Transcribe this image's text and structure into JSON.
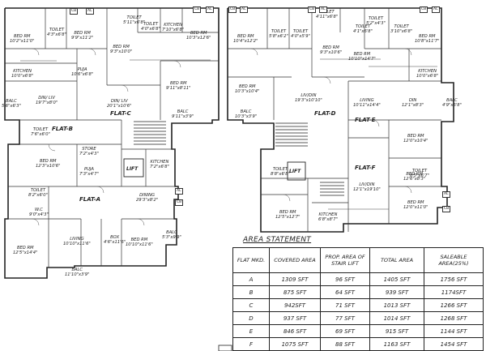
{
  "flats": [
    "FLAT-A",
    "FLAT-B",
    "FLAT-C",
    "FLAT-D",
    "FLAT-E",
    "FLAT-F"
  ],
  "tags": [
    "CB",
    "AL",
    "CB",
    "AL",
    "CB",
    "AL",
    "CB",
    "AL",
    "CB",
    "AL",
    "CB",
    "AL",
    "CB",
    "AL"
  ],
  "rooms": [
    {
      "name": "BED RM",
      "dim": "10'2\"x11'0\""
    },
    {
      "name": "TOILET",
      "dim": "4'3\"x6'8\""
    },
    {
      "name": "BED RM",
      "dim": "9'9\"x11'2\""
    },
    {
      "name": "TOILET",
      "dim": "5'11\"x6'8\""
    },
    {
      "name": "TOILET",
      "dim": "4'0\"x6'8\""
    },
    {
      "name": "KITCHEN",
      "dim": "7'10\"x6'8\""
    },
    {
      "name": "BED RM",
      "dim": "10'3\"x12'6\""
    },
    {
      "name": "BED RM",
      "dim": "9'3\"x10'0\""
    },
    {
      "name": "PUJA",
      "dim": "10'6\"x6'8\""
    },
    {
      "name": "KITCHEN",
      "dim": "10'0\"x6'8\""
    },
    {
      "name": "DIN/ LIV",
      "dim": "19'7\"x8'0\""
    },
    {
      "name": "BALC",
      "dim": "5'6\"x6'3\""
    },
    {
      "name": "DIN/ LIV",
      "dim": "20'1\"x10'6\""
    },
    {
      "name": "BED RM",
      "dim": "9'11\"x8'11\""
    },
    {
      "name": "BALC",
      "dim": "9'11\"x3'9\""
    },
    {
      "name": "TOILET",
      "dim": "7'6\"x6'0\""
    },
    {
      "name": "STORE",
      "dim": "7'2\"x4'3\""
    },
    {
      "name": "BED RM",
      "dim": "12'3\"x10'6\""
    },
    {
      "name": "PUJA",
      "dim": "7'3\"x4'7\""
    },
    {
      "name": "KITCHEN",
      "dim": "7'2\"x6'8\""
    },
    {
      "name": "TOILET",
      "dim": "8'2\"x6'0\""
    },
    {
      "name": "DINING",
      "dim": "29'3\"x8'2\""
    },
    {
      "name": "W.C",
      "dim": "9'0\"x4'3\""
    },
    {
      "name": "LIVING",
      "dim": "10'10\"x11'6\""
    },
    {
      "name": "BOX",
      "dim": "4'6\"x11'6\""
    },
    {
      "name": "BED RM",
      "dim": "10'10\"x11'6\""
    },
    {
      "name": "BALC",
      "dim": "5'3\"x9'9\""
    },
    {
      "name": "BED RM",
      "dim": "12'5\"x14'4\""
    },
    {
      "name": "BALC",
      "dim": "11'10\"x3'9\""
    },
    {
      "name": "BED RM",
      "dim": "10'4\"x12'2\""
    },
    {
      "name": "TOILET",
      "dim": "5'8\"x6'2\""
    },
    {
      "name": "TOILET",
      "dim": "4'0\"x5'9\""
    },
    {
      "name": "BED RM",
      "dim": "10'3\"x10'4\""
    },
    {
      "name": "LIV/DIN",
      "dim": "19'3\"x10'10\""
    },
    {
      "name": "BALC",
      "dim": "10'3\"x3'9\""
    },
    {
      "name": "BED RM",
      "dim": "9'3\"x10'6\""
    },
    {
      "name": "TOILET",
      "dim": "4'11\"x6'8\""
    },
    {
      "name": "TOILET",
      "dim": "5'2\"x4'3\""
    },
    {
      "name": "TOILET",
      "dim": "4'1\"x6'8\""
    },
    {
      "name": "TOILET",
      "dim": "3'10\"x6'8\""
    },
    {
      "name": "BED RM",
      "dim": "10'8\"x11'7\""
    },
    {
      "name": "BED RM",
      "dim": "10'10\"x14'7\""
    },
    {
      "name": "KITCHEN",
      "dim": "10'0\"x6'8\""
    },
    {
      "name": "LIVING",
      "dim": "10'11\"x14'4\""
    },
    {
      "name": "DIN",
      "dim": "12'1\"x8'3\""
    },
    {
      "name": "BALC",
      "dim": "4'9\"x6'8\""
    },
    {
      "name": "BED RM",
      "dim": "12'0\"x10'4\""
    },
    {
      "name": "TOILET",
      "dim": "8'8\"x6'8\""
    },
    {
      "name": "TOILET",
      "dim": "8'5\"x6'7\""
    },
    {
      "name": "BED RM",
      "dim": "12'5\"x12'7\""
    },
    {
      "name": "LIV/DIN",
      "dim": "12'1\"x19'10\""
    },
    {
      "name": "BED RM",
      "dim": "12'0\"x11'0\""
    },
    {
      "name": "KITCHEN",
      "dim": "6'8\"x8'7\""
    },
    {
      "name": "BED RM",
      "dim": "12'6\"x8'3\""
    }
  ],
  "lift_label": "LIFT",
  "area_statement": {
    "title": "AREA STATEMENT",
    "headers": [
      "FLAT MKD.",
      "COVERED AREA",
      "PROP. AREA OF STAIR LIFT",
      "TOTAL AREA",
      "SALEABLE AREA(25%)"
    ],
    "rows": [
      [
        "A",
        "1309 SFT",
        "96 SFT",
        "1405 SFT",
        "1756 SFT"
      ],
      [
        "B",
        "875 SFT",
        "64 SFT",
        "939 SFT",
        "1174SFT"
      ],
      [
        "C",
        "942SFT",
        "71 SFT",
        "1013 SFT",
        "1266 SFT"
      ],
      [
        "D",
        "937 SFT",
        "77 SFT",
        "1014 SFT",
        "1268 SFT"
      ],
      [
        "E",
        "846 SFT",
        "69 SFT",
        "915 SFT",
        "1144 SFT"
      ],
      [
        "F",
        "1075 SFT",
        "88 SFT",
        "1163 SFT",
        "1454 SFT"
      ]
    ]
  }
}
